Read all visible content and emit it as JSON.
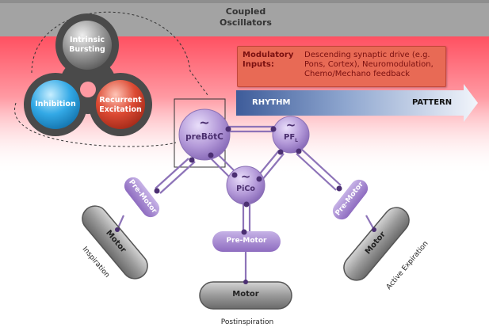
{
  "header": {
    "line1": "Coupled",
    "line2": "Oscillators"
  },
  "circles": {
    "bursting": {
      "line1": "Intrinsic",
      "line2": "Bursting"
    },
    "inhibition": {
      "label": "Inhibition"
    },
    "recurrent": {
      "line1": "Recurrent",
      "line2": "Excitation"
    }
  },
  "modulatory": {
    "label_line1": "Modulatory",
    "label_line2": "Inputs:",
    "text_line1": "Descending synaptic drive (e.g.",
    "text_line2": "Pons, Cortex), Neuromodulation,",
    "text_line3": "Chemo/Mechano feedback"
  },
  "arrow": {
    "left": "RHYTHM",
    "right": "PATTERN"
  },
  "nodes": {
    "prebotc": {
      "tilde": "~",
      "label": "preBötC"
    },
    "pfl": {
      "tilde": "~",
      "label": "PF",
      "sub": "L"
    },
    "pico": {
      "tilde": "~",
      "label": "PiCo"
    }
  },
  "premotor": {
    "left": "Pre-Motor",
    "center": "Pre-Motor",
    "right": "Pre-Motor"
  },
  "motor": {
    "left": "Motor",
    "center": "Motor",
    "right": "Motor"
  },
  "phases": {
    "inspiration": "Inspiration",
    "postinspiration": "Postinspiration",
    "active_expiration": "Active Expiration"
  },
  "colors": {
    "band_top": "#ff5a66",
    "header_gray": "#9a9a9a",
    "node_purple": "#a58bcf",
    "premotor_purple": "#9b7bc6",
    "connection": "#7a5fa6",
    "dot": "#4b2f72",
    "motor_gray": "#8c8c8c",
    "inhibition_blue": "#2ea9e2",
    "recurrent_red": "#d9442f",
    "bursting_gray": "#8a8a8a",
    "modulatory_box": "#e86a55"
  }
}
